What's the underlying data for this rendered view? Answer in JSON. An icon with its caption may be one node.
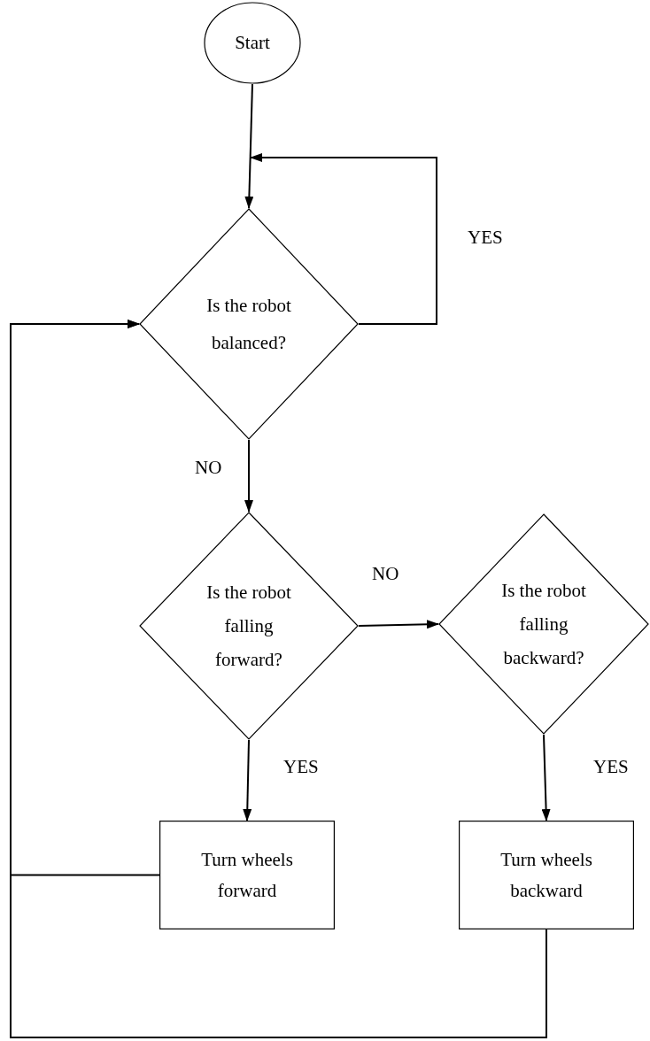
{
  "diagram": {
    "nodes": [
      {
        "text": [
          "Start"
        ]
      },
      {
        "text": [
          "Is the robot balanced?"
        ]
      },
      {
        "text": [
          "Is the robot falling forward?"
        ]
      },
      {
        "text": [
          "Is the robot falling backward?"
        ]
      },
      {
        "text": [
          "Turn wheels forward"
        ]
      },
      {
        "text": [
          "Turn wheels backward"
        ]
      }
    ],
    "edges": [
      {
        "from": 0,
        "to": 1,
        "arrow": "to"
      },
      {
        "from": 1,
        "to": 1,
        "arrow": "to",
        "label": "YES"
      },
      {
        "from": 1,
        "to": 2,
        "arrow": "to",
        "label": "NO"
      },
      {
        "from": 2,
        "to": 3,
        "arrow": "to",
        "label": "NO"
      },
      {
        "from": 2,
        "to": 4,
        "arrow": "to",
        "label": "YES"
      },
      {
        "from": 3,
        "to": 5,
        "arrow": "to",
        "label": "YES"
      },
      {
        "from": 4,
        "to": 1,
        "arrow": "to"
      },
      {
        "from": 5,
        "to": 1,
        "arrow": "to"
      }
    ]
  }
}
